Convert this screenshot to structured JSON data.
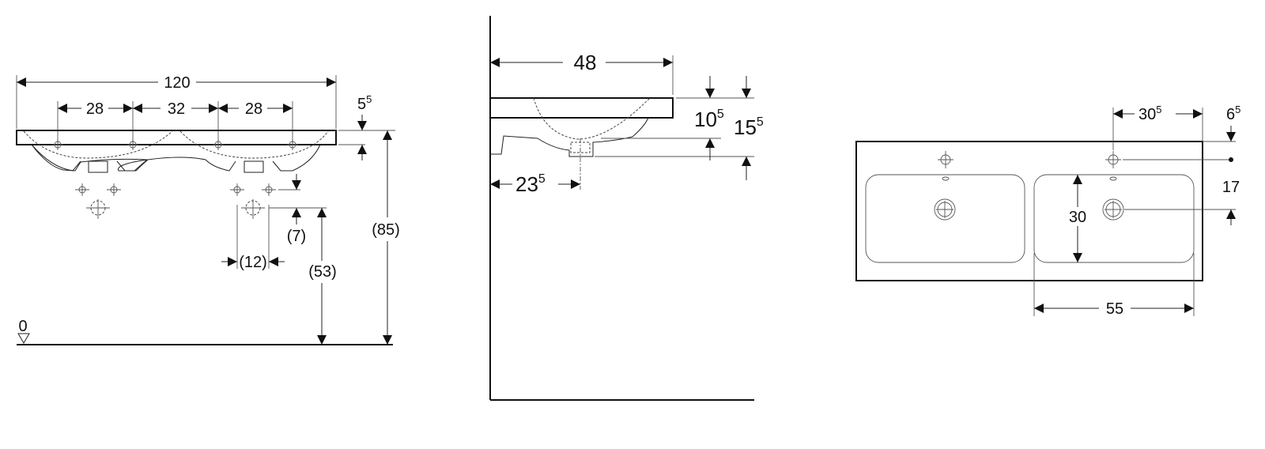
{
  "front_view": {
    "total_width": "120",
    "tap_spacing_left": "28",
    "tap_spacing_mid": "32",
    "tap_spacing_right": "28",
    "slab_thickness": {
      "main": "5",
      "sup": "5"
    },
    "overall_height": "(85)",
    "drain_offset_vertical": "(7)",
    "drain_offset_horizontal": "(12)",
    "drain_height": "(53)",
    "floor_level": "0"
  },
  "side_view": {
    "depth": "48",
    "slab_height": {
      "main": "10",
      "sup": "5"
    },
    "total_height": {
      "main": "15",
      "sup": "5"
    },
    "drain_distance": {
      "main": "23",
      "sup": "5"
    }
  },
  "top_view": {
    "tap_to_edge": {
      "main": "30",
      "sup": "5"
    },
    "tap_from_back": {
      "main": "6",
      "sup": "5"
    },
    "drain_from_tap": "17",
    "basin_depth": "30",
    "basin_width": "55"
  }
}
